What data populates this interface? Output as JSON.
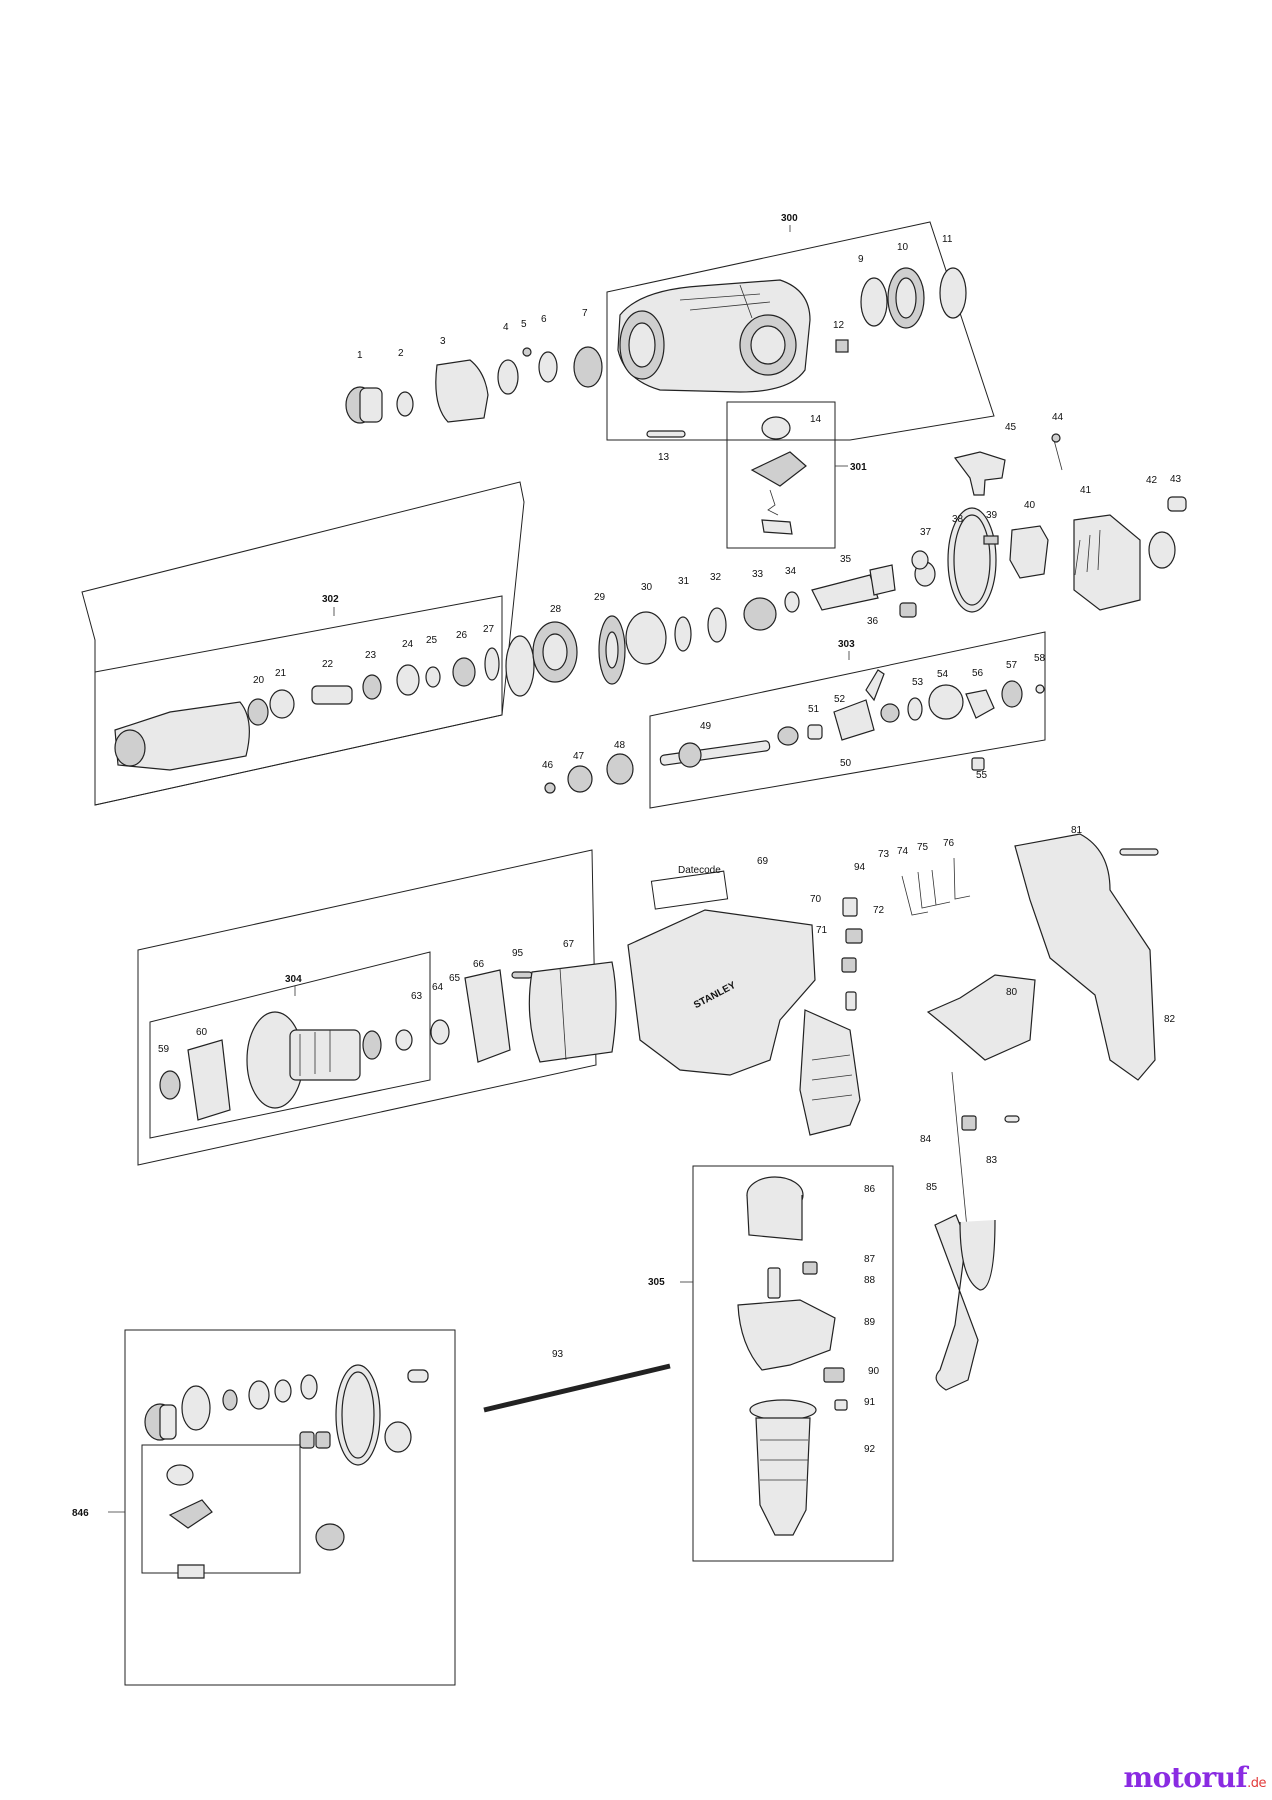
{
  "brand_text": "STANLEY",
  "date_label": "Datecode",
  "watermark": {
    "name": "motoruf",
    "domain": ".de",
    "color_main": "#8a2be2",
    "color_accent": "#e23b3b"
  },
  "assemblies": [
    "300",
    "301",
    "302",
    "303",
    "304",
    "305",
    "846"
  ],
  "parts": [
    "1",
    "2",
    "3",
    "4",
    "5",
    "6",
    "7",
    "9",
    "10",
    "11",
    "12",
    "13",
    "14",
    "20",
    "21",
    "22",
    "23",
    "24",
    "25",
    "26",
    "27",
    "28",
    "29",
    "30",
    "31",
    "32",
    "33",
    "34",
    "35",
    "36",
    "37",
    "38",
    "39",
    "40",
    "41",
    "42",
    "43",
    "44",
    "45",
    "46",
    "47",
    "48",
    "49",
    "50",
    "51",
    "52",
    "53",
    "54",
    "55",
    "56",
    "57",
    "58",
    "59",
    "60",
    "63",
    "64",
    "65",
    "66",
    "67",
    "69",
    "70",
    "71",
    "72",
    "73",
    "74",
    "75",
    "76",
    "80",
    "81",
    "82",
    "83",
    "84",
    "85",
    "86",
    "87",
    "88",
    "89",
    "90",
    "91",
    "92",
    "93",
    "94",
    "95"
  ]
}
